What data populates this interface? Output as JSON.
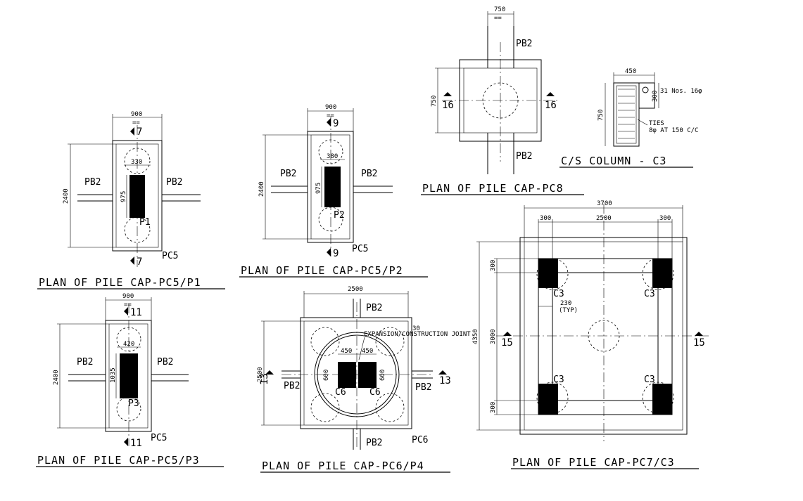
{
  "dimensions": {
    "w900": "900",
    "w750": "750",
    "w450": "450",
    "w300": "300",
    "w330": "330",
    "w380": "380",
    "w420": "420",
    "w975": "975",
    "w1035": "1035",
    "w2400": "2400",
    "w2500": "2500",
    "w3700": "3700",
    "w3000": "3000",
    "w4350": "4350",
    "w600": "600",
    "w230": "230",
    "typ": "(TYP)",
    "w30": "30",
    "eq": "=="
  },
  "labels": {
    "pb2": "PB2",
    "pc5": "PC5",
    "pc6": "PC6",
    "p1": "P1",
    "p2": "P2",
    "p3": "P3",
    "c3": "C3",
    "c6": "C6",
    "expansion_joint": "EXPANSION/CONSTRUCTION JOINT",
    "rebar": "31 Nos. 16φ",
    "ties_1": "TIES",
    "ties_2": "8φ AT 150 C/C"
  },
  "sections": {
    "s7": "7",
    "s9": "9",
    "s11": "11",
    "s13": "13",
    "s15": "15",
    "s16": "16"
  },
  "titles": {
    "pc5_p1": "PLAN OF PILE CAP-PC5/P1",
    "pc5_p2": "PLAN OF PILE CAP-PC5/P2",
    "pc5_p3": "PLAN OF PILE CAP-PC5/P3",
    "pc6_p4": "PLAN OF PILE CAP-PC6/P4",
    "pc7_c3": "PLAN OF PILE CAP-PC7/C3",
    "pc8": "PLAN OF PILE CAP-PC8",
    "cs_c3": "C/S COLUMN - C3"
  }
}
